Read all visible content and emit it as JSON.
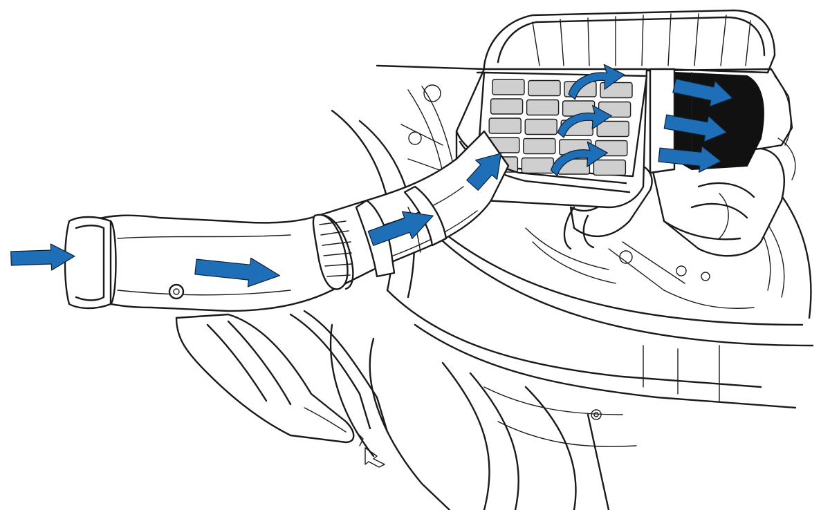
{
  "colors": {
    "flow_arrow": "#1f6fb8",
    "line_art": "#1a1a1a",
    "background": "#ffffff",
    "filter_media": "#cfcfcf"
  },
  "flow": {
    "straight_arrow_count": 7,
    "curved_arrow_count": 3
  },
  "components": [
    "intake-duct",
    "duct-clamp",
    "air-filter-element",
    "airbox-housing",
    "airbox-outlet",
    "frame-tubes",
    "breather-hose"
  ],
  "icons": [
    "flow-arrow-icon",
    "curved-flow-arrow-icon"
  ]
}
